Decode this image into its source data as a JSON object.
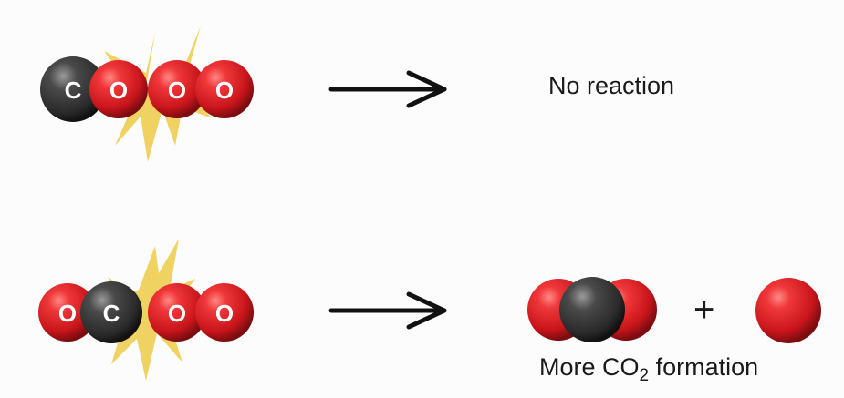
{
  "row1": {
    "atoms": [
      "C",
      "O",
      "O",
      "O"
    ],
    "outcome": "No reaction"
  },
  "row2": {
    "atoms": [
      "O",
      "C",
      "O",
      "O"
    ],
    "plus": "+",
    "outcome_prefix": "More CO",
    "outcome_sub": "2",
    "outcome_suffix": " formation"
  },
  "colors": {
    "oxygen": "#e3262b",
    "carbon": "#3a3a3a",
    "spark": "#f0d262",
    "arrow": "#111111"
  }
}
